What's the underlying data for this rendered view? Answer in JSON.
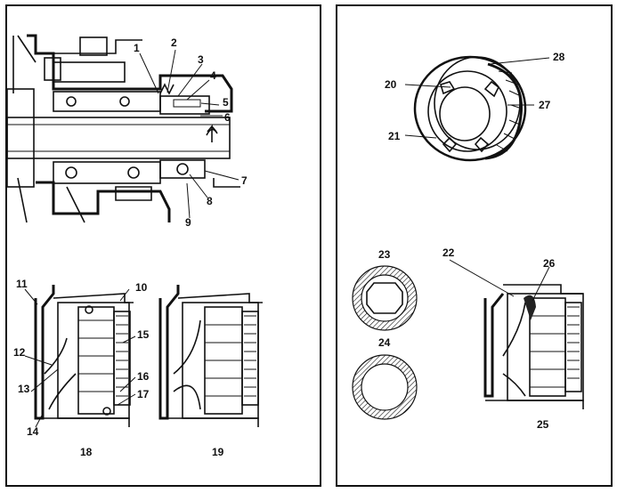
{
  "left_panel": {
    "top_labels": [
      "1",
      "2",
      "3",
      "4",
      "5",
      "6",
      "7",
      "8",
      "9"
    ],
    "bottom_labels": [
      "10",
      "11",
      "12",
      "13",
      "14",
      "15",
      "16",
      "17",
      "18",
      "19"
    ]
  },
  "right_panel": {
    "ring_labels": [
      "20",
      "21",
      "27",
      "28"
    ],
    "detail_labels": [
      "22",
      "23",
      "24",
      "25",
      "26"
    ]
  }
}
